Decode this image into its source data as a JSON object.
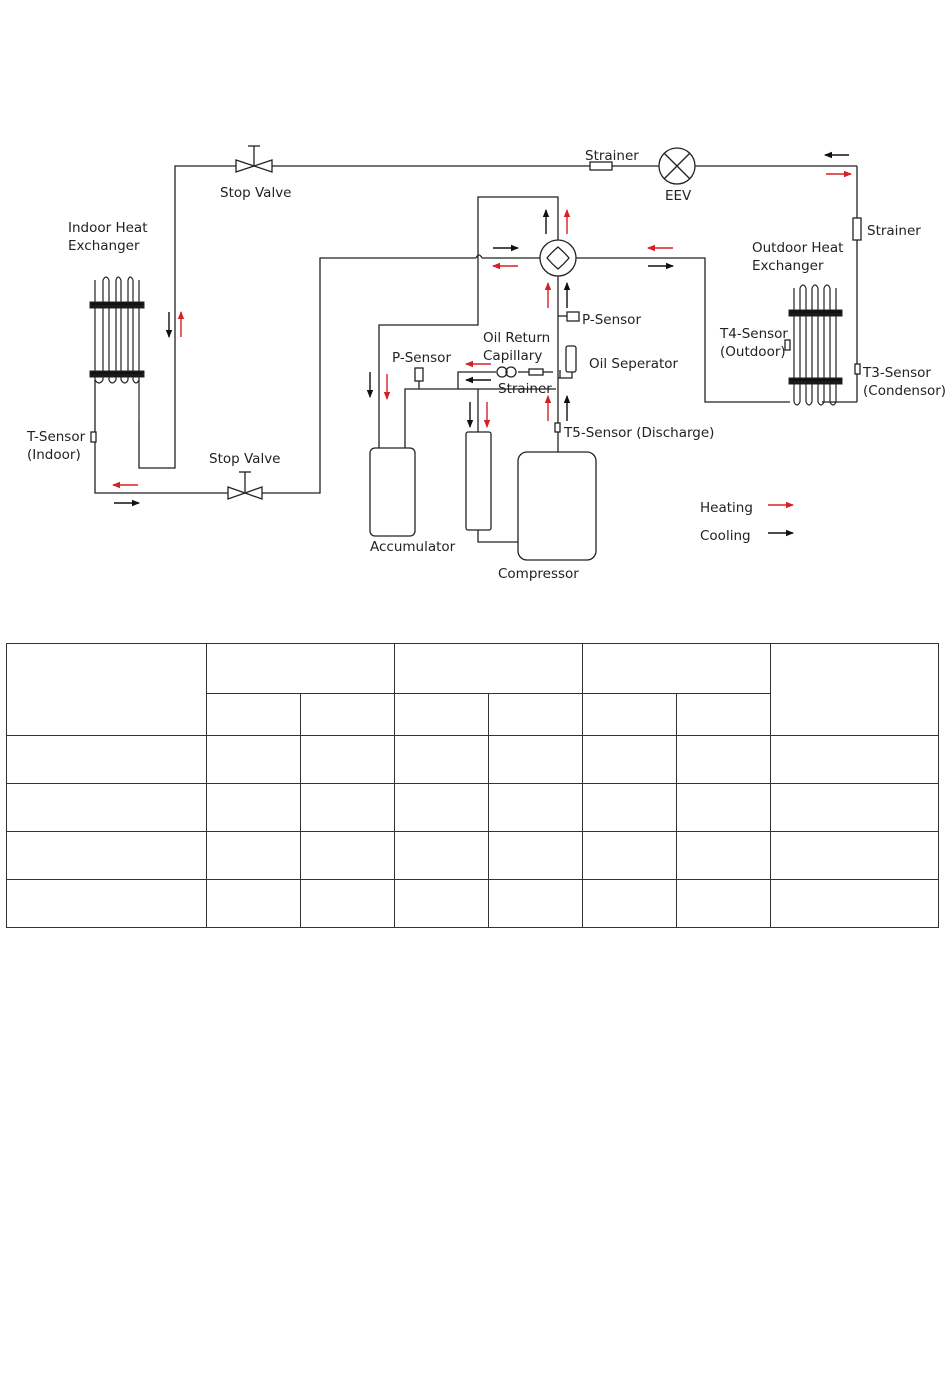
{
  "diagram": {
    "labels": {
      "stop_valve_top": "Stop Valve",
      "stop_valve_bottom": "Stop Valve",
      "strainer_top": "Strainer",
      "eev": "EEV",
      "strainer_right": "Strainer",
      "indoor_hx": [
        "Indoor Heat",
        "Exchanger"
      ],
      "outdoor_hx": [
        "Outdoor Heat",
        "Exchanger"
      ],
      "t_sensor": [
        "T-Sensor",
        "(Indoor)"
      ],
      "t4_sensor": [
        "T4-Sensor",
        "(Outdoor)"
      ],
      "t3_sensor": [
        "T3-Sensor",
        "(Condensor)"
      ],
      "p_sensor_right": "P-Sensor",
      "p_sensor_left": "P-Sensor",
      "oil_return": [
        "Oil Return",
        "Capillary"
      ],
      "oil_separator": "Oil Seperator",
      "strainer_mid": "Strainer",
      "t5_sensor": "T5-Sensor (Discharge)",
      "accumulator": "Accumulator",
      "compressor": "Compressor"
    },
    "legend": {
      "heating": "Heating",
      "cooling": "Cooling"
    },
    "colors": {
      "heating": "#d62027",
      "cooling": "#111111",
      "line": "#222222"
    }
  },
  "table": {
    "rows": [
      {
        "cells": [
          "",
          "",
          "",
          "",
          "",
          "",
          "",
          "",
          "",
          ""
        ]
      },
      {
        "cells": [
          "",
          "",
          "",
          "",
          "",
          "",
          ""
        ]
      },
      {
        "cells": [
          "",
          "",
          "",
          "",
          "",
          "",
          ""
        ]
      },
      {
        "cells": [
          "",
          "",
          "",
          "",
          "",
          "",
          ""
        ]
      },
      {
        "cells": [
          "",
          "",
          "",
          "",
          "",
          "",
          ""
        ]
      }
    ]
  }
}
